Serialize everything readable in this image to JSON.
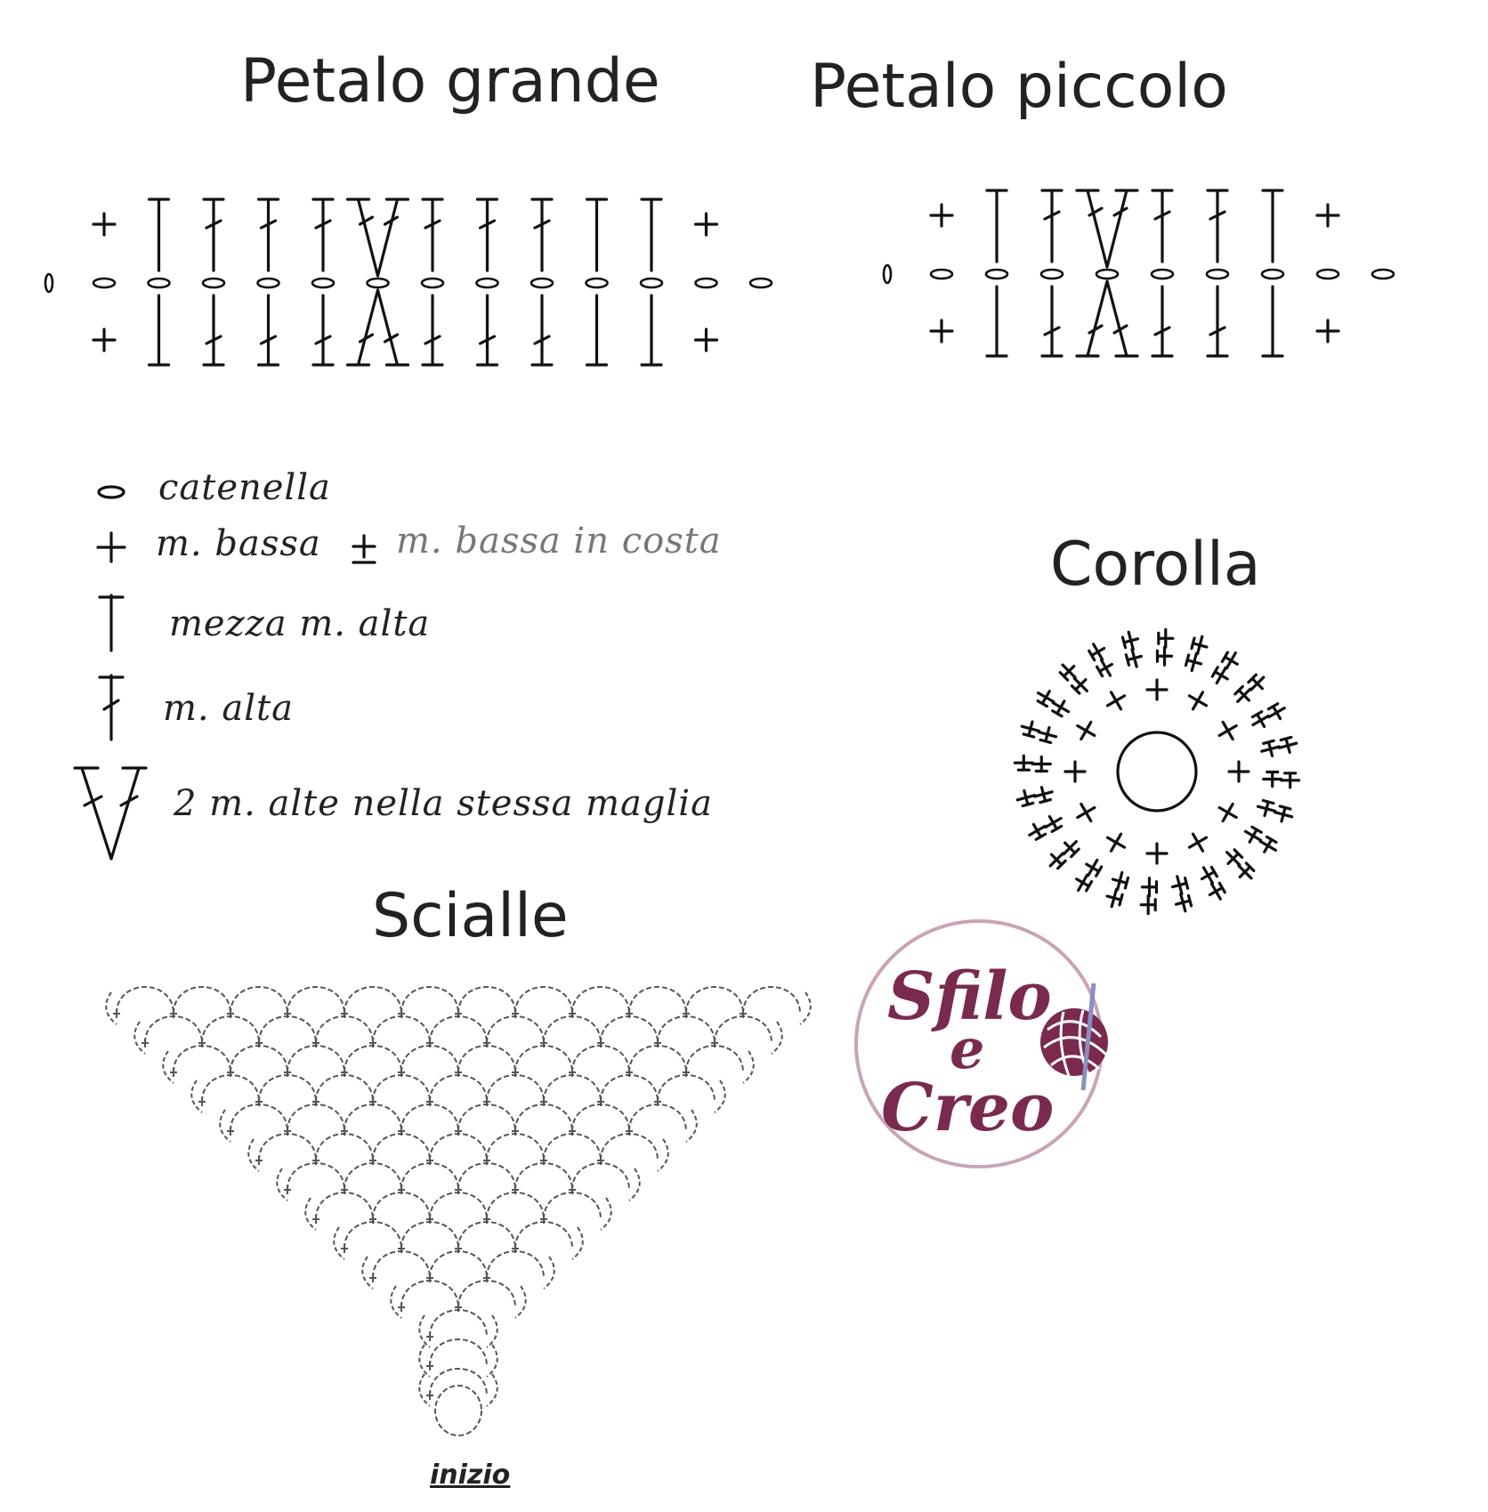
{
  "titles": {
    "petalo_grande": "Petalo grande",
    "petalo_piccolo": "Petalo piccolo",
    "corolla": "Corolla",
    "scialle": "Scialle"
  },
  "legend": {
    "catenella": "catenella",
    "m_bassa": "m. bassa",
    "m_bassa_in_costa": "m. bassa in costa",
    "mezza_m_alta": "mezza m. alta",
    "m_alta": "m. alta",
    "due_m_alte": "2 m. alte nella stessa maglia"
  },
  "shawl": {
    "start_label": "inizio"
  },
  "logo": {
    "line1": "Sfilo",
    "line2": "e",
    "line3": "Creo",
    "color": "#7a2a4e",
    "ring_color": "#c9a3b6",
    "icon": "yarn-ball-icon"
  }
}
